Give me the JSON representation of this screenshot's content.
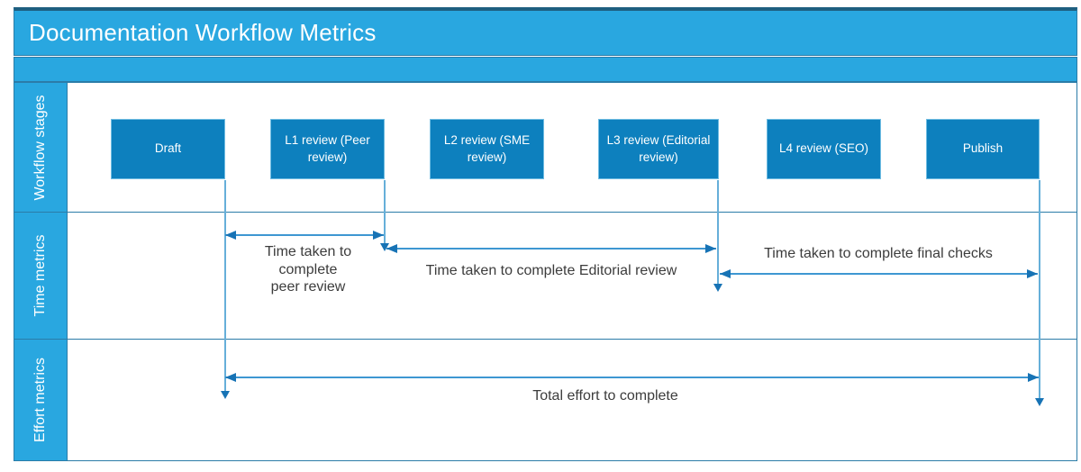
{
  "title": "Documentation Workflow Metrics",
  "rows": [
    {
      "label": "Workflow stages"
    },
    {
      "label": "Time metrics"
    },
    {
      "label": "Effort metrics"
    }
  ],
  "stages": [
    "Draft",
    "L1 review (Peer review)",
    "L2 review (SME review)",
    "L3 review (Editorial review)",
    "L4 review (SEO)",
    "Publish"
  ],
  "metrics": {
    "peer_review": "Time taken to\ncomplete\npeer review",
    "editorial_review": "Time taken to complete Editorial review",
    "final_checks": "Time taken to complete final checks",
    "total_effort": "Total effort to complete"
  },
  "colors": {
    "band": "#29A7E0",
    "box": "#0D80BE",
    "boxBorder": "#6FBCE2",
    "border": "#2B7CA8",
    "frameTop": "#1E5F80",
    "vline": "#66AFD9",
    "arrowLine": "#3E97D2",
    "arrowHead": "#1773B5",
    "text": "#3C3C3C",
    "labelText": "#FFFFFF"
  }
}
